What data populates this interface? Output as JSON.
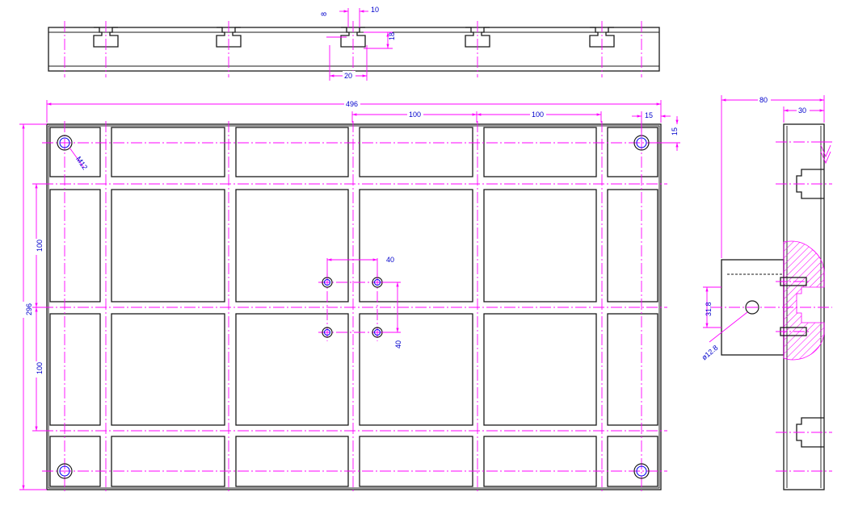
{
  "dimensions": {
    "top_width_8": "8",
    "top_width_10": "10",
    "top_depth_18": "18",
    "top_slot_20": "20",
    "overall_width": "496",
    "pitch_a": "100",
    "pitch_b": "100",
    "edge_x": "15",
    "edge_y": "15",
    "overall_height": "296",
    "pitch_v1": "100",
    "pitch_v2": "100",
    "hole_dx": "40",
    "hole_dy": "40",
    "thread_label": "M12",
    "side_80": "80",
    "side_30": "30",
    "side_31_8": "31.8",
    "side_dia": "ø12.8"
  },
  "colors": {
    "outline": "#1a1a1a",
    "centerline": "#ff00ff",
    "dim_text": "#0000cc",
    "hatch": "#ff00ff"
  }
}
